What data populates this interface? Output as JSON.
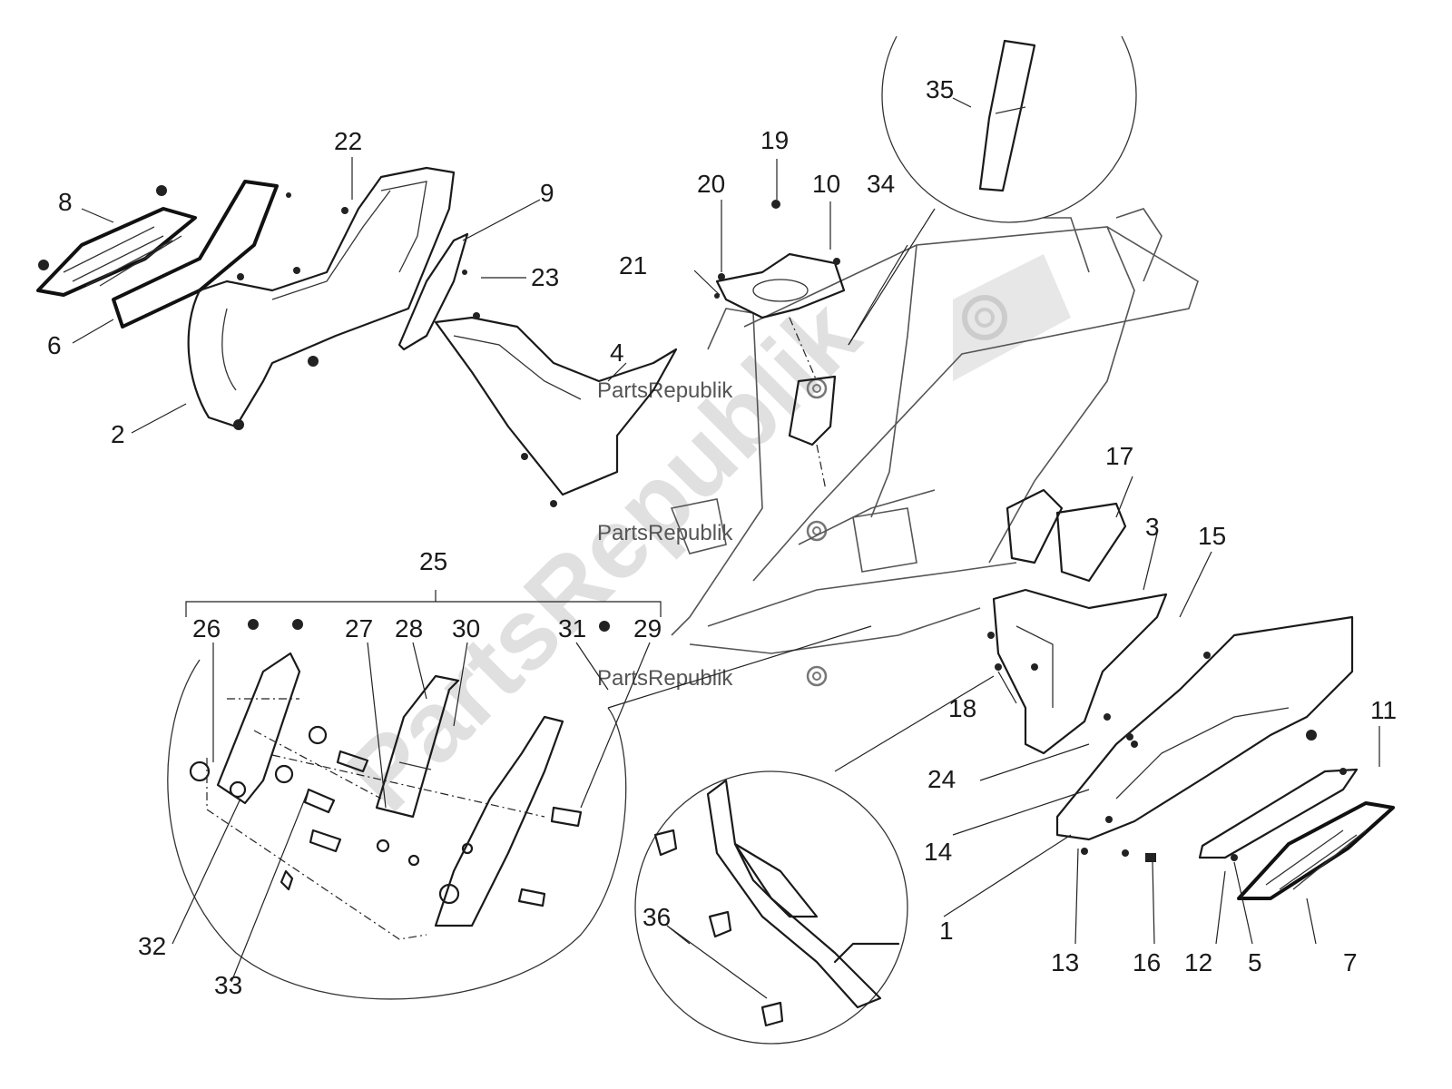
{
  "watermark": {
    "brand_large": "PartsRepublik",
    "brand_small": "PartsRepublik"
  },
  "callouts": {
    "c1": "1",
    "c2": "2",
    "c3": "3",
    "c4": "4",
    "c5": "5",
    "c6": "6",
    "c7": "7",
    "c8": "8",
    "c9": "9",
    "c10": "10",
    "c11": "11",
    "c12": "12",
    "c13": "13",
    "c14": "14",
    "c15": "15",
    "c16": "16",
    "c17": "17",
    "c18": "18",
    "c19": "19",
    "c20": "20",
    "c21": "21",
    "c22": "22",
    "c23": "23",
    "c24": "24",
    "c25": "25",
    "c26": "26",
    "c27": "27",
    "c28": "28",
    "c29": "29",
    "c30": "30",
    "c31": "31",
    "c32": "32",
    "c33": "33",
    "c34": "34",
    "c35": "35",
    "c36": "36"
  },
  "icons": [
    "gear-icon"
  ]
}
